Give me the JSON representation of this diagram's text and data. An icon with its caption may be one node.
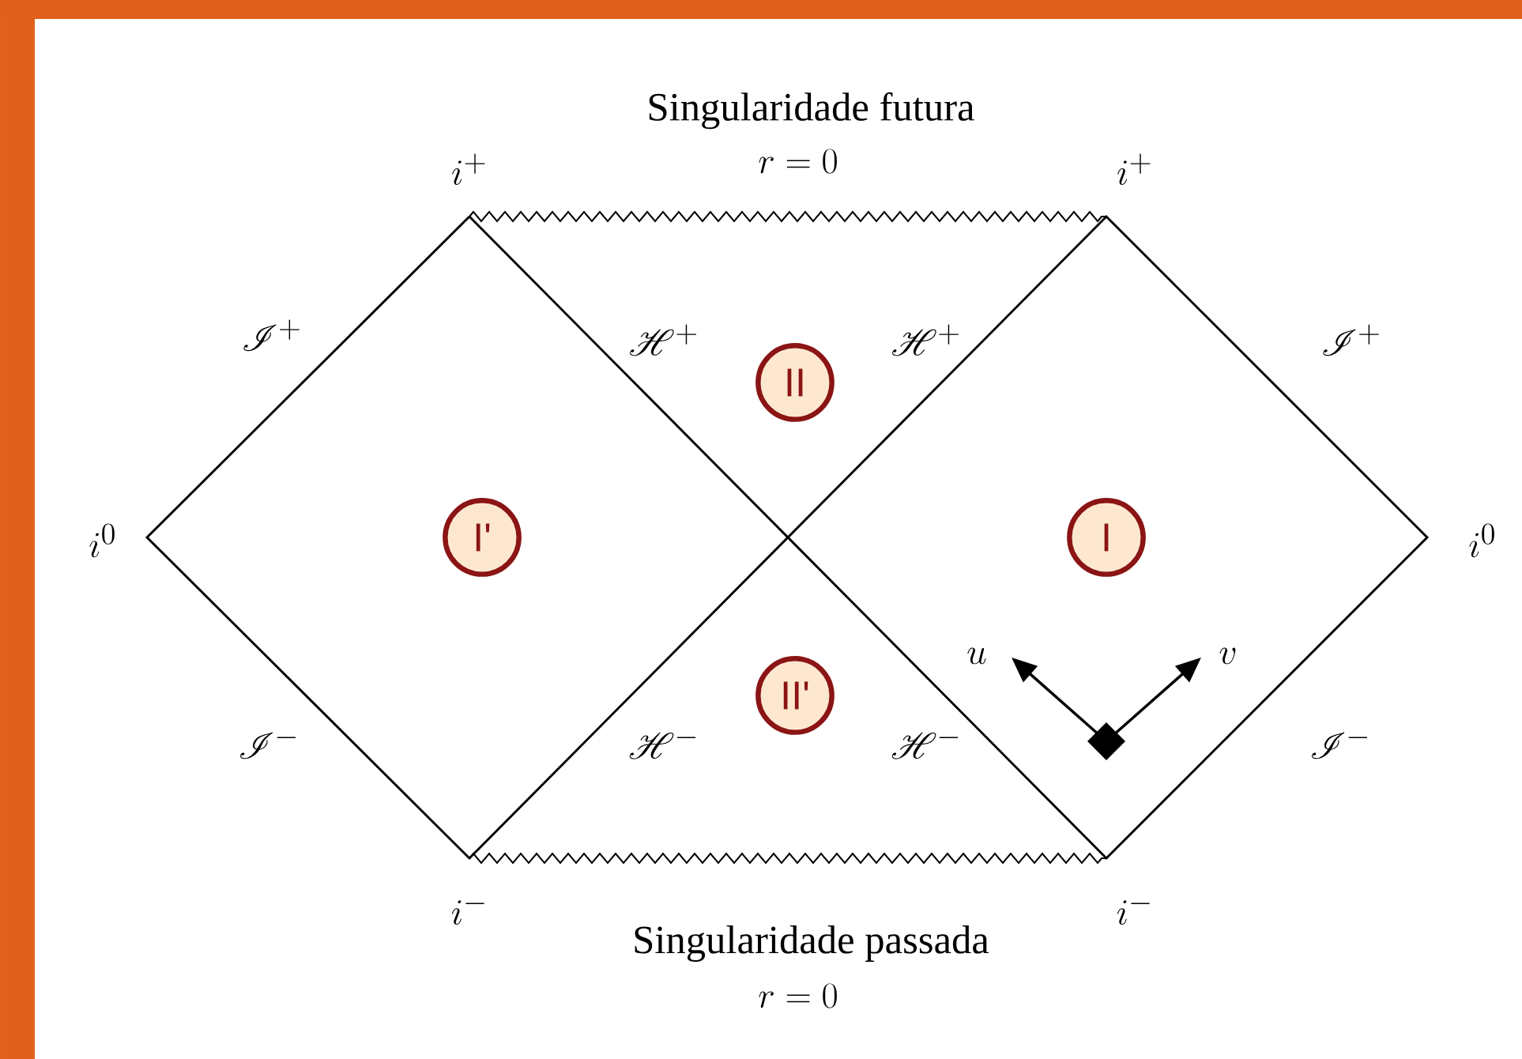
{
  "diagram": {
    "nodes": [
      {
        "text": [
          "I'"
        ]
      },
      {
        "text": [
          "II"
        ]
      },
      {
        "text": [
          "I"
        ]
      },
      {
        "text": [
          "II'"
        ]
      }
    ],
    "labels": [
      "Singularidade futura",
      "i^{+}",
      "r = 0",
      "i^{+}",
      "\\mathscr{I}^{+}",
      "\\mathscr{H}^{+}",
      "\\mathscr{H}^{+}",
      "\\mathscr{I}^{+}",
      "i^{0}",
      "i^{0}",
      "u",
      "v",
      "\\mathscr{I}^{-}",
      "\\mathscr{H}^{-}",
      "\\mathscr{H}^{-}",
      "\\mathscr{I}^{-}",
      "i^{-}",
      "i^{-}",
      "Singularidade passada",
      "r = 0"
    ]
  }
}
